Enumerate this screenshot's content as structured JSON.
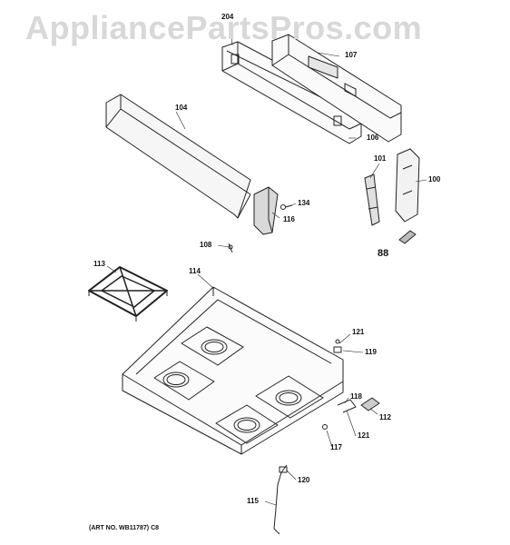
{
  "watermark": "AppliancePartsPros.com",
  "art_number": "(ART NO. WB11787) C8",
  "callouts": {
    "p204": "204",
    "p107": "107",
    "p104": "104",
    "p106": "106",
    "p101": "101",
    "p100": "100",
    "p134": "134",
    "p116": "116",
    "p108": "108",
    "p88": "88",
    "p113": "113",
    "p114": "114",
    "p121a": "121",
    "p119": "119",
    "p118": "118",
    "p112": "112",
    "p121b": "121",
    "p117": "117",
    "p120": "120",
    "p115": "115"
  }
}
